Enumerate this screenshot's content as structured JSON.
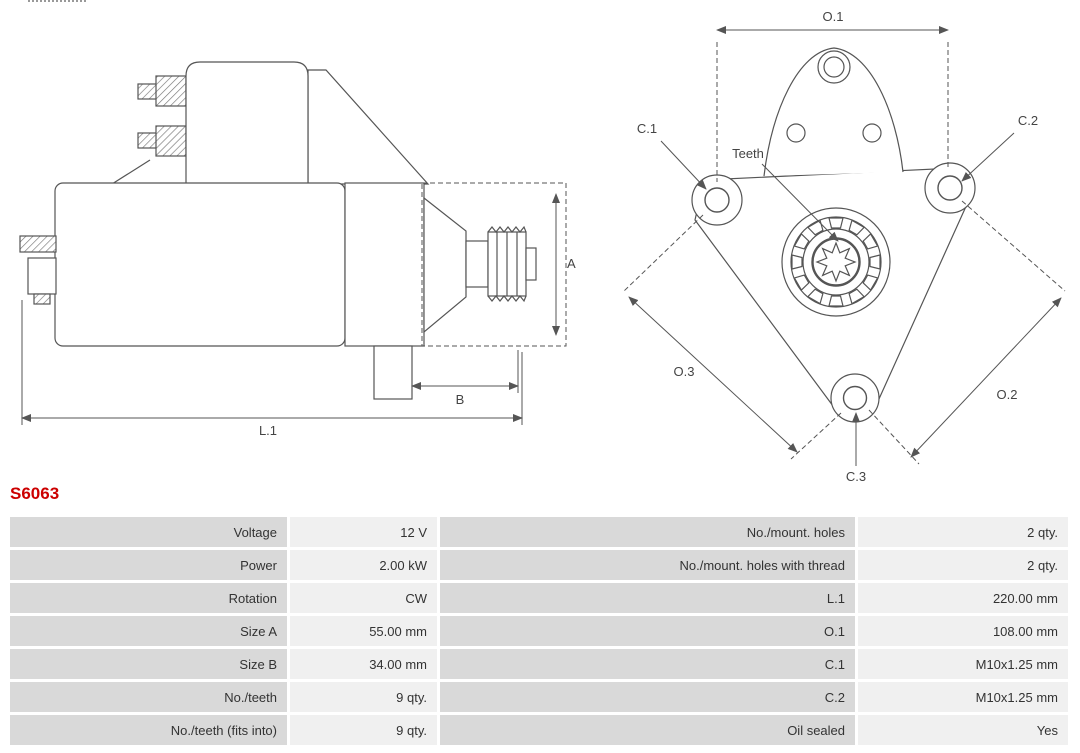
{
  "part_number": "S6063",
  "colors": {
    "accent_red": "#cc0000",
    "label_cell_bg": "#d9d9d9",
    "value_cell_bg": "#f0f0f0",
    "line_color": "#555555"
  },
  "diagram": {
    "side_view": {
      "labels": {
        "a": "A",
        "b": "B",
        "l1": "L.1"
      }
    },
    "front_view": {
      "labels": {
        "o1": "O.1",
        "o2": "O.2",
        "o3": "O.3",
        "c1": "C.1",
        "c2": "C.2",
        "c3": "C.3",
        "teeth": "Teeth"
      }
    }
  },
  "spec_table": {
    "rows": [
      {
        "l1": "Voltage",
        "v1": "12 V",
        "l2": "No./mount. holes",
        "v2": "2 qty."
      },
      {
        "l1": "Power",
        "v1": "2.00 kW",
        "l2": "No./mount. holes with thread",
        "v2": "2 qty."
      },
      {
        "l1": "Rotation",
        "v1": "CW",
        "l2": "L.1",
        "v2": "220.00 mm"
      },
      {
        "l1": "Size A",
        "v1": "55.00 mm",
        "l2": "O.1",
        "v2": "108.00 mm"
      },
      {
        "l1": "Size B",
        "v1": "34.00 mm",
        "l2": "C.1",
        "v2": "M10x1.25 mm"
      },
      {
        "l1": "No./teeth",
        "v1": "9 qty.",
        "l2": "C.2",
        "v2": "M10x1.25 mm"
      },
      {
        "l1": "No./teeth (fits into)",
        "v1": "9 qty.",
        "l2": "Oil sealed",
        "v2": "Yes"
      }
    ]
  }
}
